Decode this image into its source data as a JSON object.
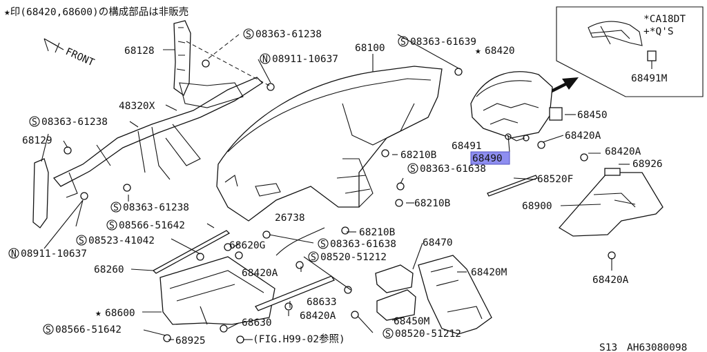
{
  "header_note": "★印(68420,68600)の構成部品は非販売",
  "front_label": "FRONT",
  "inset": {
    "line1": "*CA18DT",
    "line2": "+*Q'S",
    "part": "68491M"
  },
  "footer": {
    "code1": "S13",
    "code2": "AH63080098"
  },
  "labels": {
    "p68128": "68128",
    "s08363_61238_a": "08363-61238",
    "n08911_10637_a": "08911-10637",
    "p68100": "68100",
    "s08363_61639": "08363-61639",
    "p68420_star": "68420",
    "p48320x": "48320X",
    "s08363_61238_b": "08363-61238",
    "p68129": "68129",
    "p68450_top": "68450",
    "p68420a_1": "68420A",
    "p68491": "68491",
    "p68490": "68490",
    "p68210b_1": "68210B",
    "s08363_61638_a": "08363-61638",
    "p68420a_2": "68420A",
    "p68926": "68926",
    "p68520f": "68520F",
    "p68210b_2": "68210B",
    "s08363_61238_c": "08363-61238",
    "p68900": "68900",
    "p26738": "26738",
    "s08566_51642_a": "08566-51642",
    "p68210b_3": "68210B",
    "s08523_41042": "08523-41042",
    "p68620g": "68620G",
    "s08363_61638_b": "08363-61638",
    "p68470": "68470",
    "n08911_10637_b": "08911-10637",
    "p68260": "68260",
    "p68420a_3": "68420A",
    "s08520_51212_a": "08520-51212",
    "p68420m": "68420M",
    "p68420a_4": "68420A",
    "p68600_star": "68600",
    "p68633": "68633",
    "p68420a_5": "68420A",
    "p68630": "68630",
    "p68450_bottom": "68450M",
    "s08566_51642_b": "08566-51642",
    "s08520_51212_b": "08520-51212",
    "p68925": "68925",
    "fig_ref": "(FIG.H99-02参照)"
  },
  "prefix": {
    "s": "S",
    "n": "N",
    "star": "★"
  },
  "highlight_color": "#8e8ef0"
}
